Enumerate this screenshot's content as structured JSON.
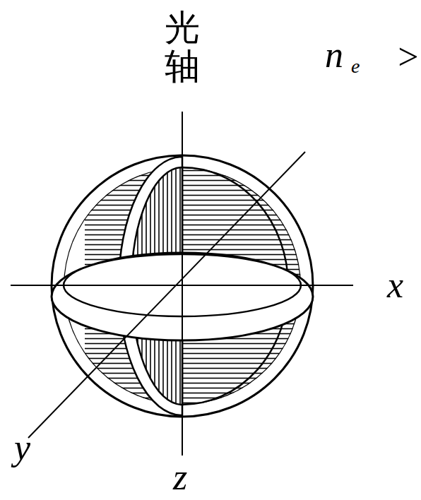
{
  "diagram": {
    "labels": [
      "光轴",
      "n",
      "e",
      ">",
      "x",
      "y",
      "z"
    ]
  }
}
